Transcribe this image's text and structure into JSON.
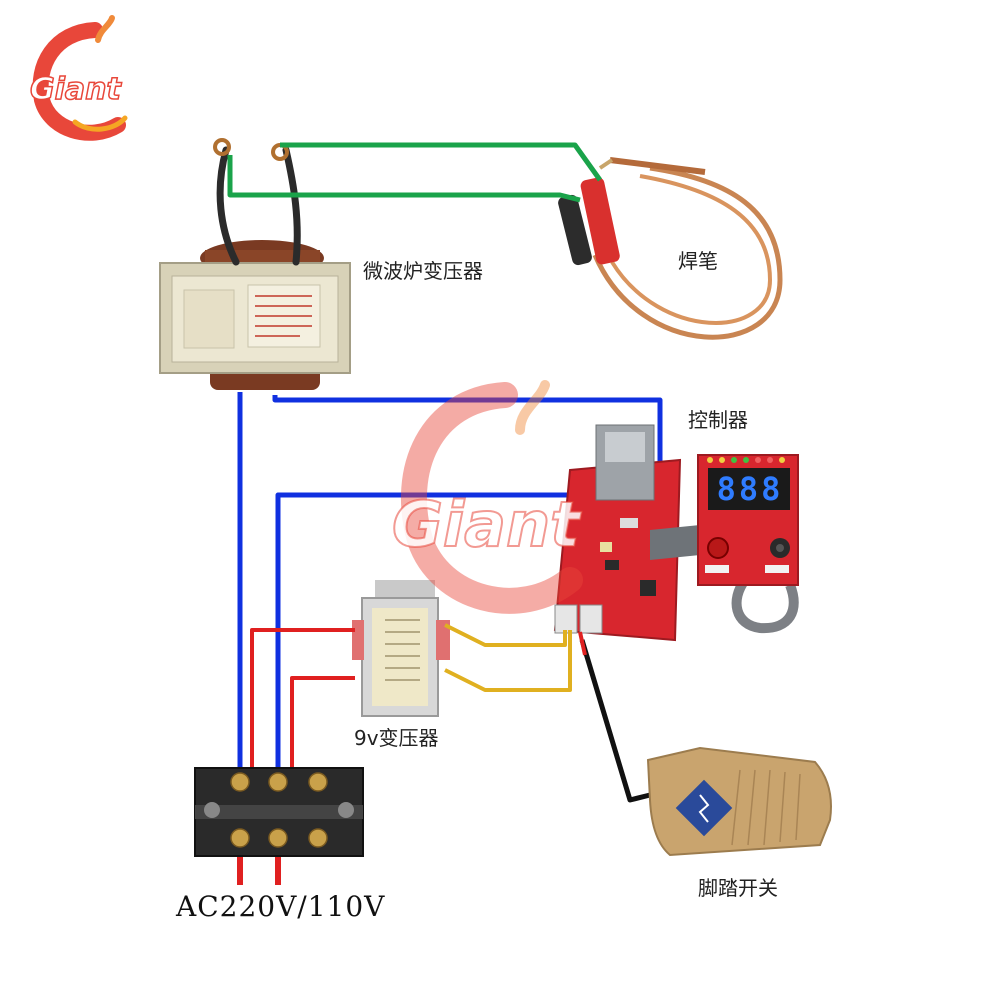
{
  "brand": {
    "logo_text": "Giant",
    "watermark_text": "Giant"
  },
  "labels": {
    "microwave_transformer": "微波炉变压器",
    "welding_pen": "焊笔",
    "controller": "控制器",
    "transformer_9v": "9v变压器",
    "foot_switch": "脚踏开关",
    "power_input": "AC220V/110V"
  },
  "controller_display": "888",
  "colors": {
    "green_wire": "#1aa34a",
    "blue_wire": "#1030e0",
    "red_wire": "#e02020",
    "yellow_wire": "#e0b020",
    "black_wire": "#111111",
    "pcb_red": "#d8262e",
    "logo_red": "#e8473a"
  }
}
